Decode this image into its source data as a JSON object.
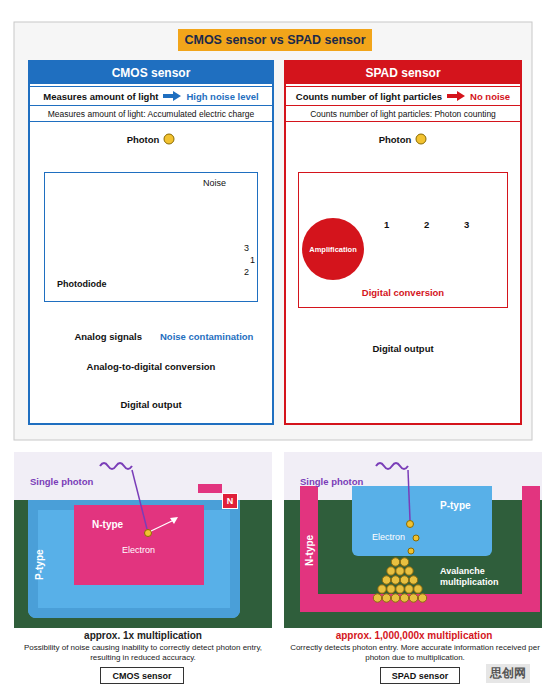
{
  "diagram": {
    "title": "CMOS sensor vs SPAD sensor",
    "nodes": [
      {
        "text": [
          "CMOS sensor"
        ]
      },
      {
        "text": [
          "Measures amount of light",
          "High noise level"
        ],
        "in": 0
      },
      {
        "text": [
          "Measures amount of light: Accumulated electric charge"
        ],
        "in": 0
      },
      {
        "text": [
          "Photon"
        ],
        "in": 0
      },
      {
        "text": [
          "Noise",
          "Photodiode",
          "3",
          "1",
          "2"
        ],
        "in": 0
      },
      {
        "text": [
          "Analog-to-digital conversion"
        ],
        "in": 0
      },
      {
        "text": [
          "Digital output"
        ],
        "in": 0
      },
      {
        "text": [
          "SPAD sensor"
        ]
      },
      {
        "text": [
          "Counts number of light particles",
          "No noise"
        ],
        "in": 7
      },
      {
        "text": [
          "Counts number of light particles: Photon counting"
        ],
        "in": 7
      },
      {
        "text": [
          "Photon"
        ],
        "in": 7
      },
      {
        "text": [
          "1",
          "2",
          "3",
          "Digital conversion"
        ],
        "in": 7
      },
      {
        "text": [
          "Amplification"
        ],
        "in": 11
      },
      {
        "text": [
          "Digital output"
        ],
        "in": 7
      },
      {
        "text": [
          "P-type"
        ]
      },
      {
        "text": [
          "N-type",
          "Electron"
        ],
        "in": 14
      },
      {
        "text": [
          "N"
        ]
      },
      {
        "text": [
          "CMOS sensor"
        ]
      },
      {
        "text": [
          "N-type"
        ]
      },
      {
        "text": [
          "P-type",
          "Electron"
        ],
        "in": 18
      },
      {
        "text": [
          "SPAD sensor"
        ]
      }
    ],
    "edges": [
      {
        "from": 3,
        "to": 4,
        "arrow": "to"
      },
      {
        "from": 4,
        "to": 5,
        "arrow": "to"
      },
      {
        "from": 5,
        "to": 6,
        "arrow": "to"
      },
      {
        "from": 10,
        "to": 11,
        "arrow": "to"
      },
      {
        "from": 11,
        "to": 13,
        "arrow": "to"
      }
    ],
    "labels": [
      "Analog signals",
      "Noise contamination",
      "Single photon",
      "approx. 1x multiplication",
      "Possibility of noise causing inability to correctly detect photon entry, resulting in reduced accuracy.",
      "Single photon",
      "Avalanche multiplication",
      "approx. 1,000,000x multiplication",
      "Correctly detects photon entry. More accurate information received per photon due to multiplication.",
      "思创网"
    ]
  }
}
